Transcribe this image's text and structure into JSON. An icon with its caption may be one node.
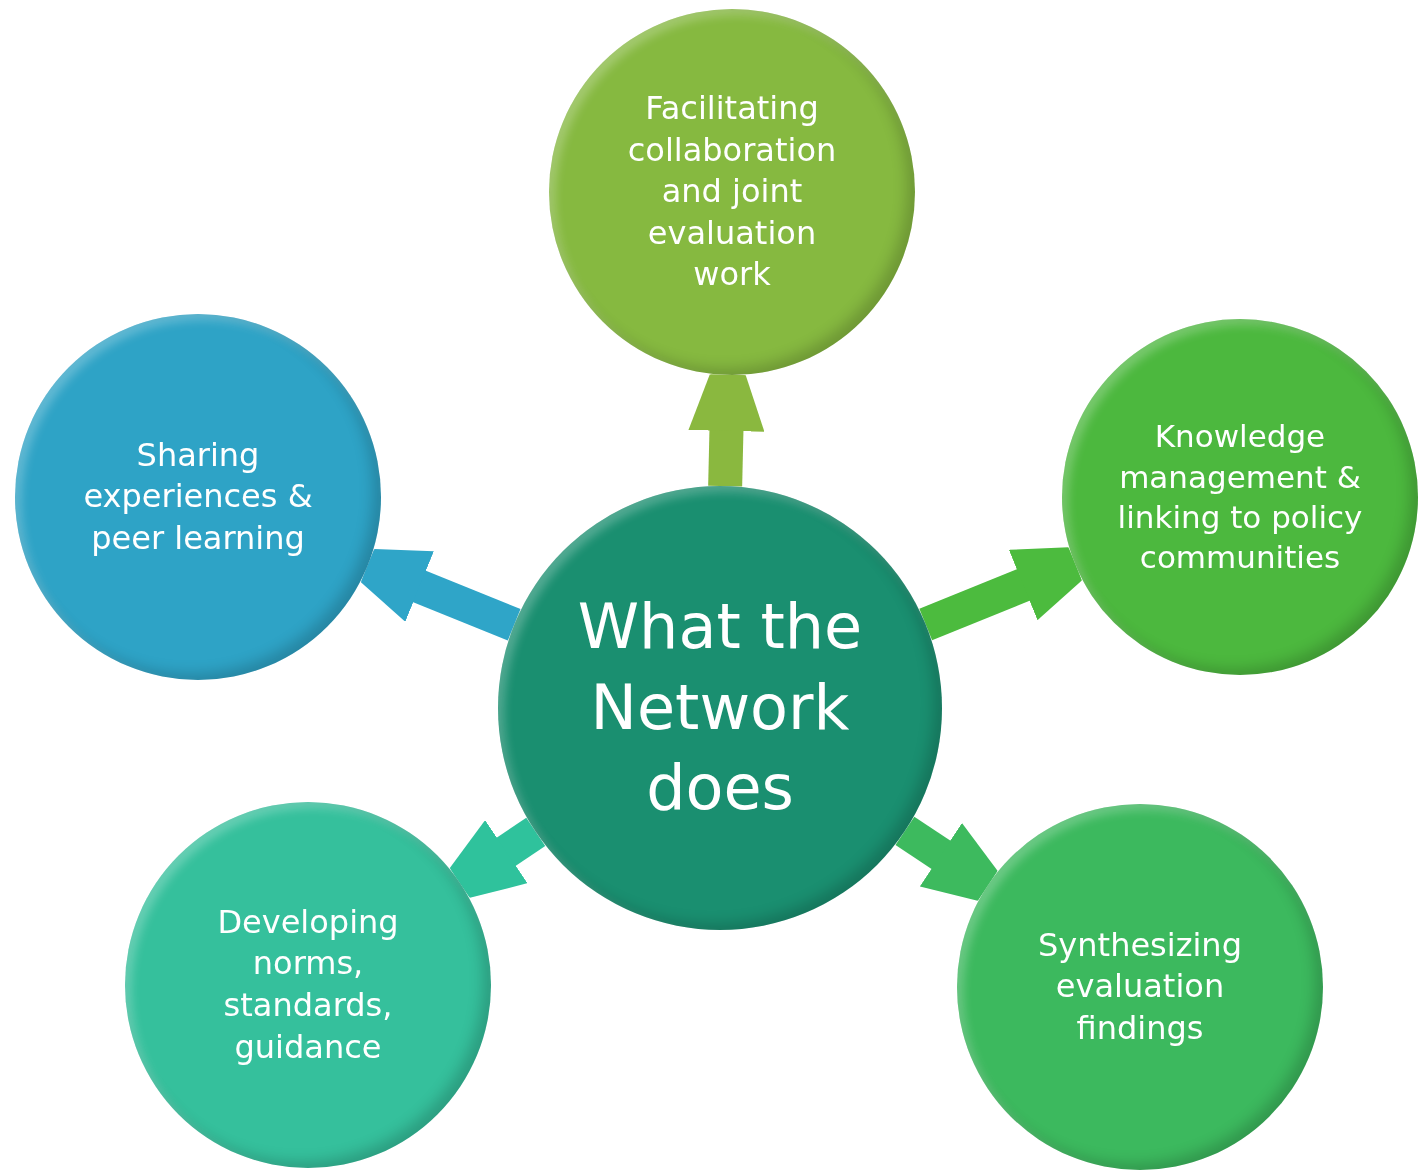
{
  "diagram": {
    "nodes": [
      {
        "text": [
          "Facilitating collaboration and joint evaluation work"
        ]
      },
      {
        "text": [
          "Sharing experiences & peer learning"
        ]
      },
      {
        "text": [
          "Knowledge management & linking to policy communities"
        ]
      },
      {
        "text": [
          "What the Network does"
        ]
      },
      {
        "text": [
          "Developing norms, standards, guidance"
        ]
      },
      {
        "text": [
          "Synthesizing evaluation findings"
        ]
      }
    ],
    "edges": [
      {
        "from": 3,
        "to": 0,
        "arrow": "to",
        "color": "#8ab83f"
      },
      {
        "from": 3,
        "to": 1,
        "arrow": "to",
        "color": "#2fa5c8"
      },
      {
        "from": 3,
        "to": 2,
        "arrow": "to",
        "color": "#4cbb3e"
      },
      {
        "from": 3,
        "to": 4,
        "arrow": "to",
        "color": "#2fc29c"
      },
      {
        "from": 3,
        "to": 5,
        "arrow": "to",
        "color": "#3dba5e"
      }
    ]
  }
}
